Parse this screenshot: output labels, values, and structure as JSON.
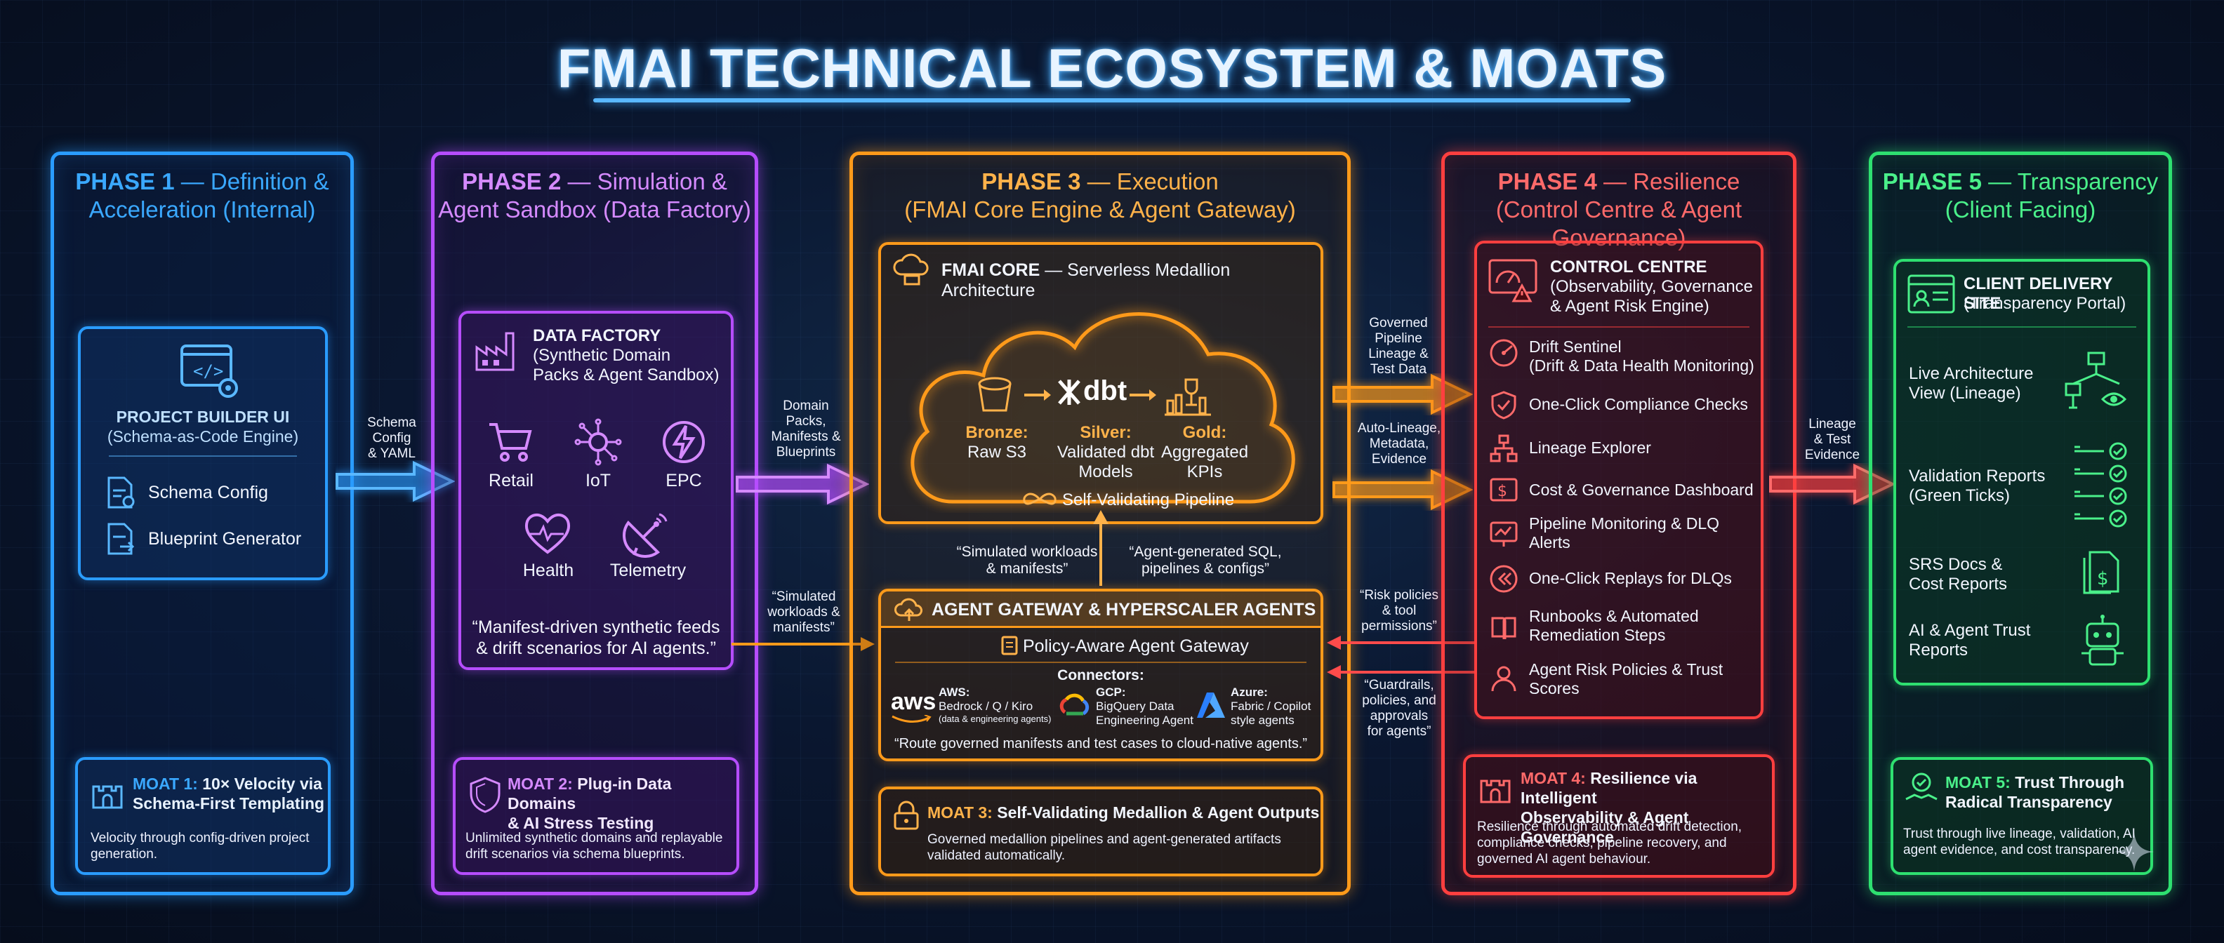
{
  "title": "FMAI TECHNICAL ECOSYSTEM & MOATS",
  "phases": [
    {
      "label": "PHASE 1",
      "title": " — Definition &",
      "title2": "Acceleration (Internal)"
    },
    {
      "label": "PHASE 2",
      "title": " — Simulation &",
      "title2": "Agent Sandbox (Data Factory)"
    },
    {
      "label": "PHASE 3",
      "title": " — Execution",
      "title2": "(FMAI Core Engine & Agent Gateway)"
    },
    {
      "label": "PHASE 4",
      "title": " — Resilience",
      "title2": "(Control Centre & Agent Governance)"
    },
    {
      "label": "PHASE 5",
      "title": " — Transparency",
      "title2": "(Client Facing)"
    }
  ],
  "project_builder": {
    "title": "PROJECT BUILDER UI",
    "subtitle": "(Schema-as-Code Engine)",
    "items": [
      "Schema Config",
      "Blueprint Generator"
    ]
  },
  "data_factory": {
    "title": "DATA FACTORY",
    "subtitle1": "(Synthetic Domain",
    "subtitle2": "Packs & Agent Sandbox)",
    "domains": [
      "Retail",
      "IoT",
      "EPC",
      "Health",
      "Telemetry"
    ],
    "quote1": "“Manifest-driven synthetic feeds",
    "quote2": "& drift scenarios for AI agents.”"
  },
  "fmai_core": {
    "title": "FMAI CORE",
    "subtitle": " — Serverless Medallion Architecture",
    "bronze_label": "Bronze:",
    "bronze_value": "Raw S3",
    "dbt_logo": "dbt",
    "silver_label": "Silver:",
    "silver_value1": "Validated dbt",
    "silver_value2": "Models",
    "gold_label": "Gold:",
    "gold_value1": "Aggregated",
    "gold_value2": "KPIs",
    "pipeline": "Self-Validating Pipeline"
  },
  "core_flows": {
    "left1": "“Simulated workloads",
    "left2": "& manifests”",
    "right1": "“Agent-generated SQL,",
    "right2": "pipelines & configs”"
  },
  "agent_gateway": {
    "title": "AGENT GATEWAY & HYPERSCALER AGENTS",
    "policy": "Policy-Aware Agent Gateway",
    "connectors_label": "Connectors:",
    "aws_logo": "aws",
    "aws_name": "AWS:",
    "aws_desc1": "Bedrock / Q / Kiro",
    "aws_desc2": "(data & engineering agents)",
    "gcp_name": "GCP:",
    "gcp_desc1": "BigQuery Data",
    "gcp_desc2": "Engineering Agent",
    "azure_name": "Azure:",
    "azure_desc1": "Fabric / Copilot",
    "azure_desc2": "style agents",
    "quote": "“Route governed manifests and test cases to cloud-native agents.”"
  },
  "control_centre": {
    "title": "CONTROL CENTRE",
    "subtitle1": "(Observability, Governance",
    "subtitle2": "& Agent Risk Engine)",
    "items": [
      {
        "l1": "Drift Sentinel",
        "l2": "(Drift & Data Health Monitoring)"
      },
      {
        "l1": "One-Click Compliance Checks",
        "l2": ""
      },
      {
        "l1": "Lineage Explorer",
        "l2": ""
      },
      {
        "l1": "Cost & Governance Dashboard",
        "l2": ""
      },
      {
        "l1": "Pipeline Monitoring & DLQ",
        "l2": "Alerts"
      },
      {
        "l1": "One-Click Replays for DLQs",
        "l2": ""
      },
      {
        "l1": "Runbooks & Automated",
        "l2": "Remediation Steps"
      },
      {
        "l1": "Agent Risk Policies & Trust",
        "l2": "Scores"
      }
    ]
  },
  "client_site": {
    "title": "CLIENT DELIVERY SITE",
    "subtitle": "(Transparency Portal)",
    "items": [
      {
        "l1": "Live Architecture",
        "l2": "View (Lineage)"
      },
      {
        "l1": "Validation Reports",
        "l2": "(Green Ticks)"
      },
      {
        "l1": "SRS Docs &",
        "l2": "Cost Reports"
      },
      {
        "l1": "AI & Agent Trust",
        "l2": "Reports"
      }
    ]
  },
  "arrows": {
    "p1_p2": [
      "Schema",
      "Config",
      "& YAML"
    ],
    "p2_p3_top": [
      "Domain",
      "Packs,",
      "Manifests &",
      "Blueprints"
    ],
    "p2_p3_bottom": [
      "“Simulated",
      "workloads &",
      "manifests”"
    ],
    "p3_p4_top": [
      "Governed",
      "Pipeline",
      "Lineage &",
      "Test Data"
    ],
    "p3_p4_mid": [
      "Auto-Lineage,",
      "Metadata,",
      "Evidence"
    ],
    "p4_p3_a": [
      "“Risk policies",
      "& tool",
      "permissions”"
    ],
    "p4_p3_b": [
      "“Guardrails,",
      "policies, and",
      "approvals",
      "for agents”"
    ],
    "p4_p5": [
      "Lineage",
      "& Test",
      "Evidence"
    ]
  },
  "moats": [
    {
      "label": "MOAT 1:",
      "title1": " 10× Velocity via",
      "title2": "Schema-First Templating",
      "desc1": "Velocity through config-driven project",
      "desc2": "generation.",
      "desc3": ""
    },
    {
      "label": "MOAT 2:",
      "title1": " Plug-in Data Domains",
      "title2": "& AI Stress Testing",
      "desc1": "Unlimited synthetic domains and replayable",
      "desc2": "drift scenarios via schema blueprints.",
      "desc3": ""
    },
    {
      "label": "MOAT 3:",
      "title1": " Self-Validating Medallion & Agent Outputs",
      "title2": "",
      "desc1": "Governed medallion pipelines and agent-generated artifacts",
      "desc2": "validated automatically.",
      "desc3": ""
    },
    {
      "label": "MOAT 4:",
      "title1": " Resilience via Intelligent",
      "title2": "Observability & Agent Governance",
      "desc1": "Resilience through automated drift detection,",
      "desc2": "compliance checks, pipeline recovery, and",
      "desc3": "governed AI agent behaviour."
    },
    {
      "label": "MOAT 5:",
      "title1": " Trust Through",
      "title2": "Radical Transparency",
      "desc1": "Trust through live lineage, validation, AI",
      "desc2": "agent evidence, and cost transparency.",
      "desc3": ""
    }
  ],
  "colors": {
    "phase1": "#2a9cff",
    "phase2": "#b64dff",
    "phase3": "#ff9a1a",
    "phase4": "#ff3f3f",
    "phase5": "#2ee070",
    "background": "#081326"
  }
}
